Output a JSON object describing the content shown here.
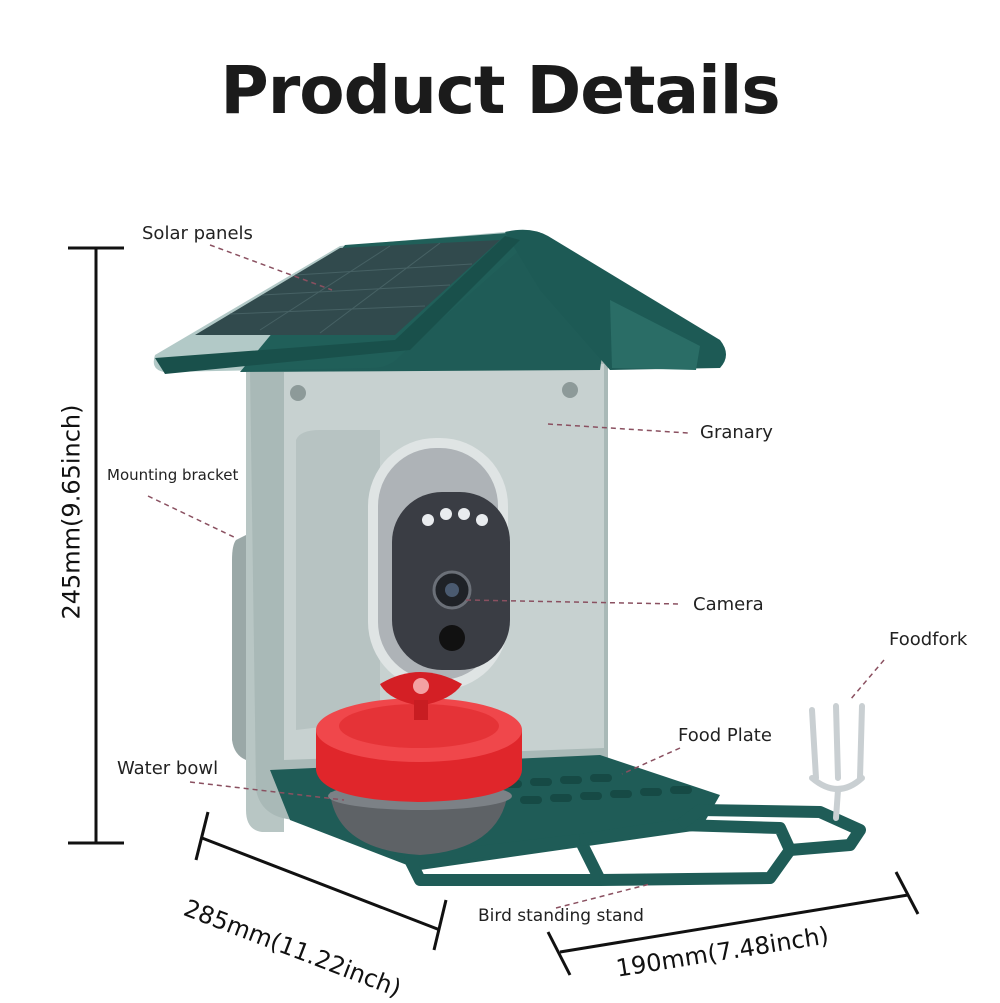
{
  "title": "Product Details",
  "labels": {
    "solar_panels": "Solar panels",
    "granary": "Granary",
    "mounting_bracket": "Mounting bracket",
    "camera": "Camera",
    "foodfork": "Foodfork",
    "food_plate": "Food Plate",
    "water_bowl": "Water bowl",
    "bird_standing_stand": "Bird standing stand"
  },
  "dimensions": {
    "height": "245mm(9.65inch)",
    "depth": "285mm(11.22inch)",
    "width": "190mm(7.48inch)"
  },
  "colors": {
    "housing_green": "#1f5c57",
    "panel_gray": "#8fa3a2",
    "camera_dark": "#3a3d44",
    "feeder_red": "#e0262b",
    "leader_line": "#8a5060"
  }
}
